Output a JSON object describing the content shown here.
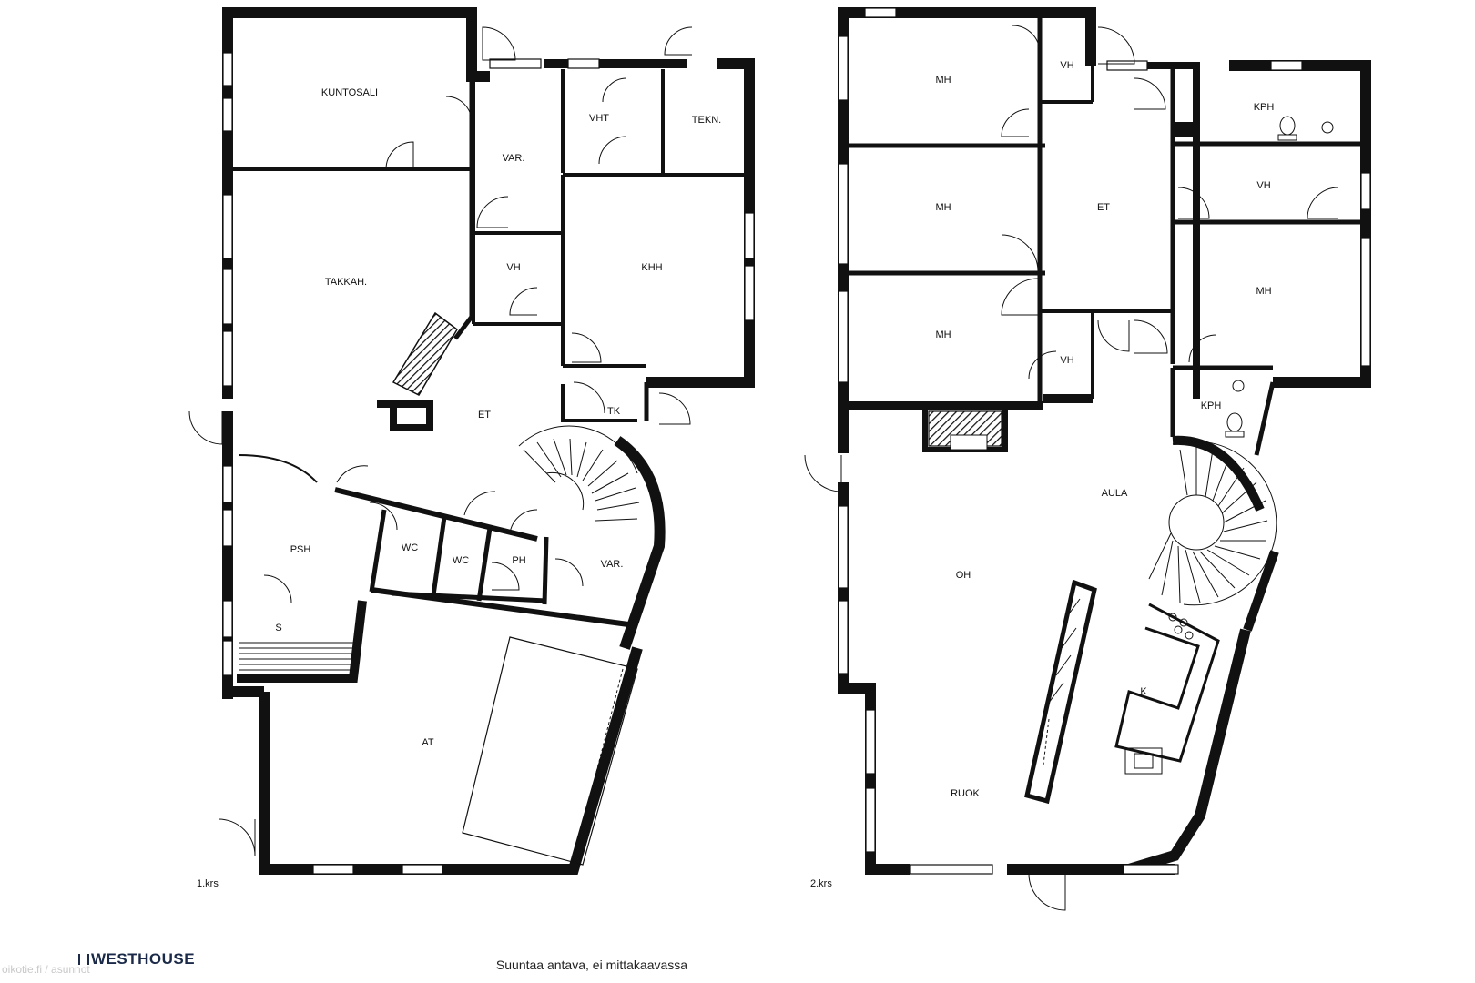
{
  "floor_1": {
    "label": "1.krs",
    "rooms": [
      "KUNTOSALI",
      "VAR.",
      "VHT",
      "TEKN.",
      "TAKKAH.",
      "VH",
      "KHH",
      "ET",
      "TK",
      "PSH",
      "WC",
      "WC",
      "PH",
      "VAR.",
      "S",
      "AT"
    ]
  },
  "floor_2": {
    "label": "2.krs",
    "rooms": [
      "MH",
      "VH",
      "KPH",
      "MH",
      "ET",
      "VH",
      "MH",
      "MH",
      "VH",
      "KPH",
      "AULA",
      "OH",
      "K",
      "RUOK"
    ]
  },
  "footer": {
    "caption": "Suuntaa antava, ei mittakaavassa",
    "brand": "WESTHOUSE",
    "watermark": "oikotie.fi / asunnot"
  }
}
